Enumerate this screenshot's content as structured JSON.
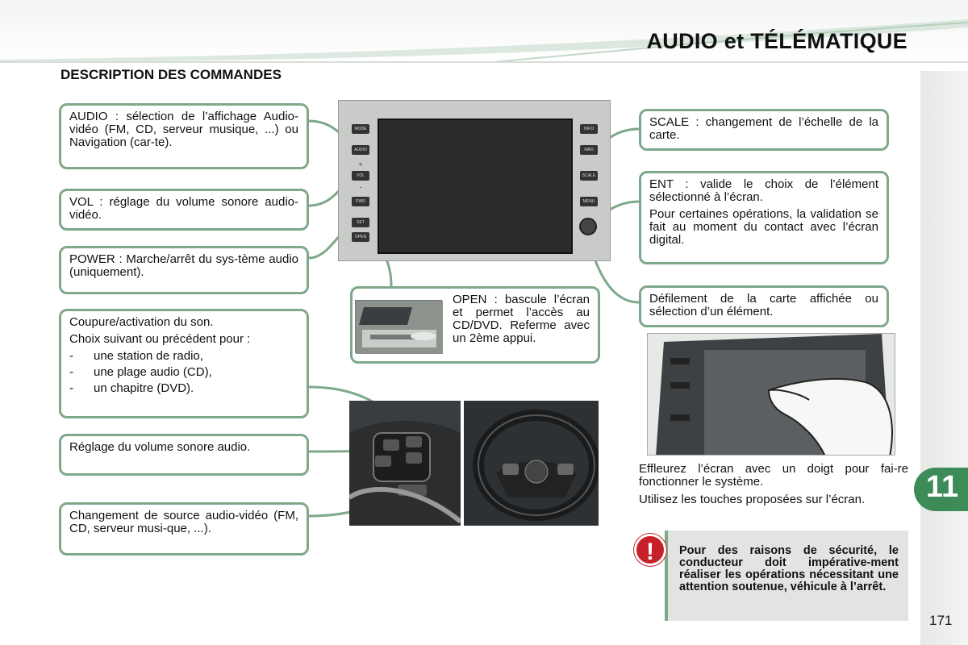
{
  "header": {
    "chapter_title": "AUDIO et TÉLÉMATIQUE",
    "section_title": "DESCRIPTION DES COMMANDES"
  },
  "chapter_number": "11",
  "page_number": "171",
  "callouts": {
    "audio": "AUDIO : sélection de l’affichage Audio-vidéo (FM, CD, serveur musique, ...) ou Navigation (car-te).",
    "vol": "VOL : réglage du volume sonore audio-vidéo.",
    "power": "POWER : Marche/arrêt du sys-tème audio (uniquement).",
    "mute": {
      "line1": "Coupure/activation du son.",
      "line2": "Choix suivant ou précédent pour :",
      "items": [
        "une station de radio,",
        "une plage audio (CD),",
        "un chapitre (DVD)."
      ],
      "dash": "-"
    },
    "volume": "Réglage du volume sonore audio.",
    "source": "Changement de source audio-vidéo (FM, CD, serveur musi-que, ...).",
    "open": "OPEN : bascule l’écran et permet l’accès au CD/DVD. Referme avec un 2ème appui.",
    "scale": "SCALE : changement de l’échelle de la carte.",
    "ent": {
      "line1": "ENT : valide le choix de l’élément sélectionné à l’écran.",
      "line2": "Pour certaines opérations, la validation se fait au moment du contact avec l’écran digital."
    },
    "scroll": "Défilement de la carte affichée ou sélection d’un élément."
  },
  "unit_buttons_left": [
    "MODE",
    "AUDIO",
    "+",
    "VOL",
    "-",
    "PWR",
    "SET",
    "OPEN"
  ],
  "unit_buttons_right": [
    "INFO",
    "NAVI",
    "SCALE",
    "MENU"
  ],
  "touch_caption": {
    "line1": "Effleurez l’écran avec un doigt pour fai-re fonctionner le système.",
    "line2": "Utilisez les touches proposées sur l’écran."
  },
  "warning": {
    "icon": "!",
    "text": "Pour des raisons de sécurité, le conducteur doit impérative-ment réaliser les opérations nécessitant une attention soutenue, véhicule à l’arrêt."
  },
  "colors": {
    "accent_green": "#7ea88a",
    "tab_green": "#3d8b56",
    "warning_red": "#c8202a"
  }
}
